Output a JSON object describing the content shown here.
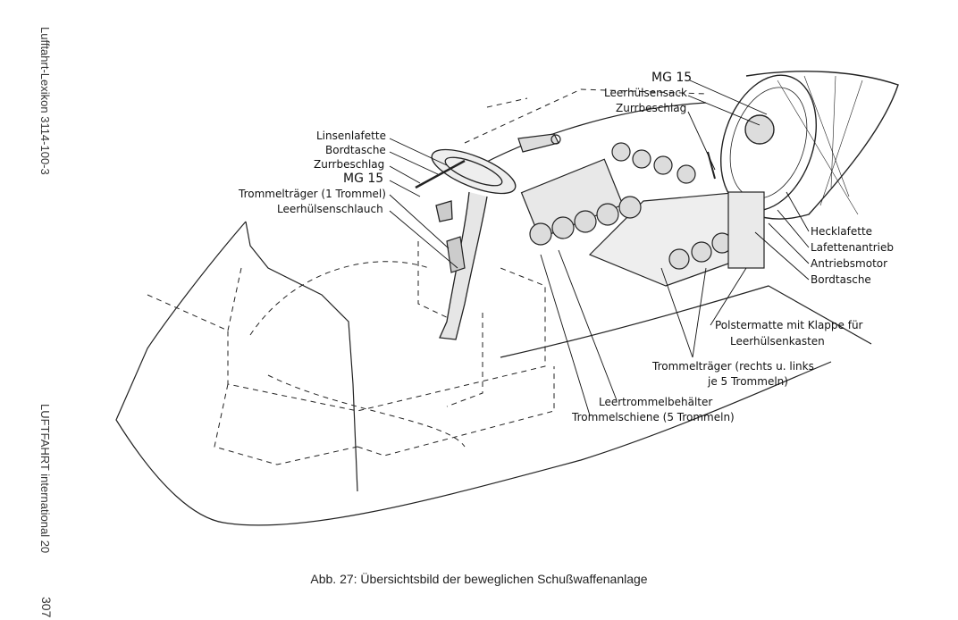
{
  "margin": {
    "header": "Lufftahrt-Lexikon    3114-100-3",
    "footer": "LUFTFAHRT international    20",
    "page_number": "307"
  },
  "labels": {
    "mg15_top": "MG 15",
    "leerhuelsensack": "Leerhülsensack",
    "zurrbeschlag_top": "Zurrbeschlag",
    "linsenlafette": "Linsenlafette",
    "bordtasche_left": "Bordtasche",
    "zurrbeschlag_left": "Zurrbeschlag",
    "mg15_left": "MG 15",
    "trommeltraeger_1": "Trommelträger (1 Trommel)",
    "leerhuelsenschlauch": "Leerhülsenschlauch",
    "hecklafette": "Hecklafette",
    "lafettenantrieb": "Lafettenantrieb",
    "antriebsmotor": "Antriebsmotor",
    "bordtasche_right": "Bordtasche",
    "polstermatte_1": "Polstermatte mit Klappe für",
    "polstermatte_2": "Leerhülsenkasten",
    "trommeltraeger_5_1": "Trommelträger (rechts u. links",
    "trommeltraeger_5_2": "je 5 Trommeln)",
    "leertrommelbehaelter": "Leertrommelbehälter",
    "trommelschiene": "Trommelschiene (5 Trommeln)"
  },
  "caption": "Abb. 27: Übersichtsbild der beweglichen Schußwaffenanlage"
}
